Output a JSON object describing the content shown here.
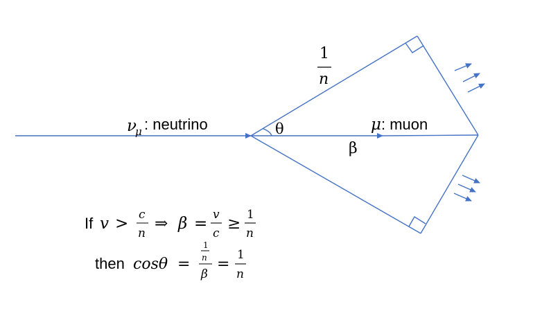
{
  "colors": {
    "accent": "#4472C4",
    "text": "#000000"
  },
  "labels": {
    "neutrino_sym": "ν",
    "neutrino_sub": "μ",
    "neutrino_text": ": neutrino",
    "muon_sym": "μ",
    "muon_text": ": muon",
    "theta": "θ",
    "beta": "β",
    "one_over_n_num": "1",
    "one_over_n_den": "n"
  },
  "equations": {
    "line1": {
      "if": "If",
      "v": "v",
      "gt": ">",
      "c": "c",
      "n": "n",
      "implies": "⇒",
      "beta": "β",
      "eq": "=",
      "v2": "v",
      "c2": "c",
      "geq": "≥",
      "one": "1",
      "n2": "n"
    },
    "line2": {
      "then": "then",
      "cos": "cosθ",
      "eq": "=",
      "one": "1",
      "n": "n",
      "beta": "β",
      "eq2": "=",
      "one2": "1",
      "n2": "n"
    }
  }
}
